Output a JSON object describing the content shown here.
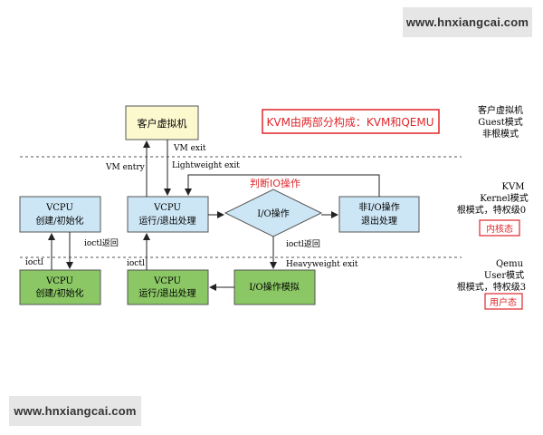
{
  "watermark": {
    "top": "www.hnxiangcai.com",
    "bottom": "www.hnxiangcai.com"
  },
  "title": "KVM由两部分构成：KVM和QEMU",
  "judge_label": "判断IO操作",
  "nodes": {
    "guest": "客户虚拟机",
    "vcpu_kvm_init": {
      "l1": "VCPU",
      "l2": "创建/初始化"
    },
    "vcpu_kvm_run": {
      "l1": "VCPU",
      "l2": "运行/退出处理"
    },
    "io_decision": "I/O操作",
    "non_io": {
      "l1": "非I/O操作",
      "l2": "退出处理"
    },
    "vcpu_qemu_init": {
      "l1": "VCPU",
      "l2": "创建/初始化"
    },
    "vcpu_qemu_run": {
      "l1": "VCPU",
      "l2": "运行/退出处理"
    },
    "io_emul": "I/O操作模拟"
  },
  "edges": {
    "vm_exit": "VM exit",
    "vm_entry": "VM entry",
    "lightweight_exit": "Lightweight exit",
    "ioctl_return_left": "ioctl返回",
    "ioctl_left": "ioctl",
    "ioctl_mid": "ioctl",
    "ioctl_return_mid": "ioctl返回",
    "heavyweight_exit": "Heavyweight exit"
  },
  "zones": {
    "guest": {
      "l1": "客户虚拟机",
      "l2": "Guest模式",
      "l3": "非根模式"
    },
    "kvm": {
      "l1": "KVM",
      "l2": "Kernel模式",
      "l3": "根模式，特权级0",
      "badge": "内核态"
    },
    "qemu": {
      "l1": "Qemu",
      "l2": "User模式",
      "l3": "根模式，特权级3",
      "badge": "用户态"
    }
  },
  "colors": {
    "guest_fill": "#fdf9cf",
    "kvm_fill": "#cde6f5",
    "qemu_fill": "#8bc765",
    "highlight_red": "#e0262b",
    "line": "#222222"
  }
}
